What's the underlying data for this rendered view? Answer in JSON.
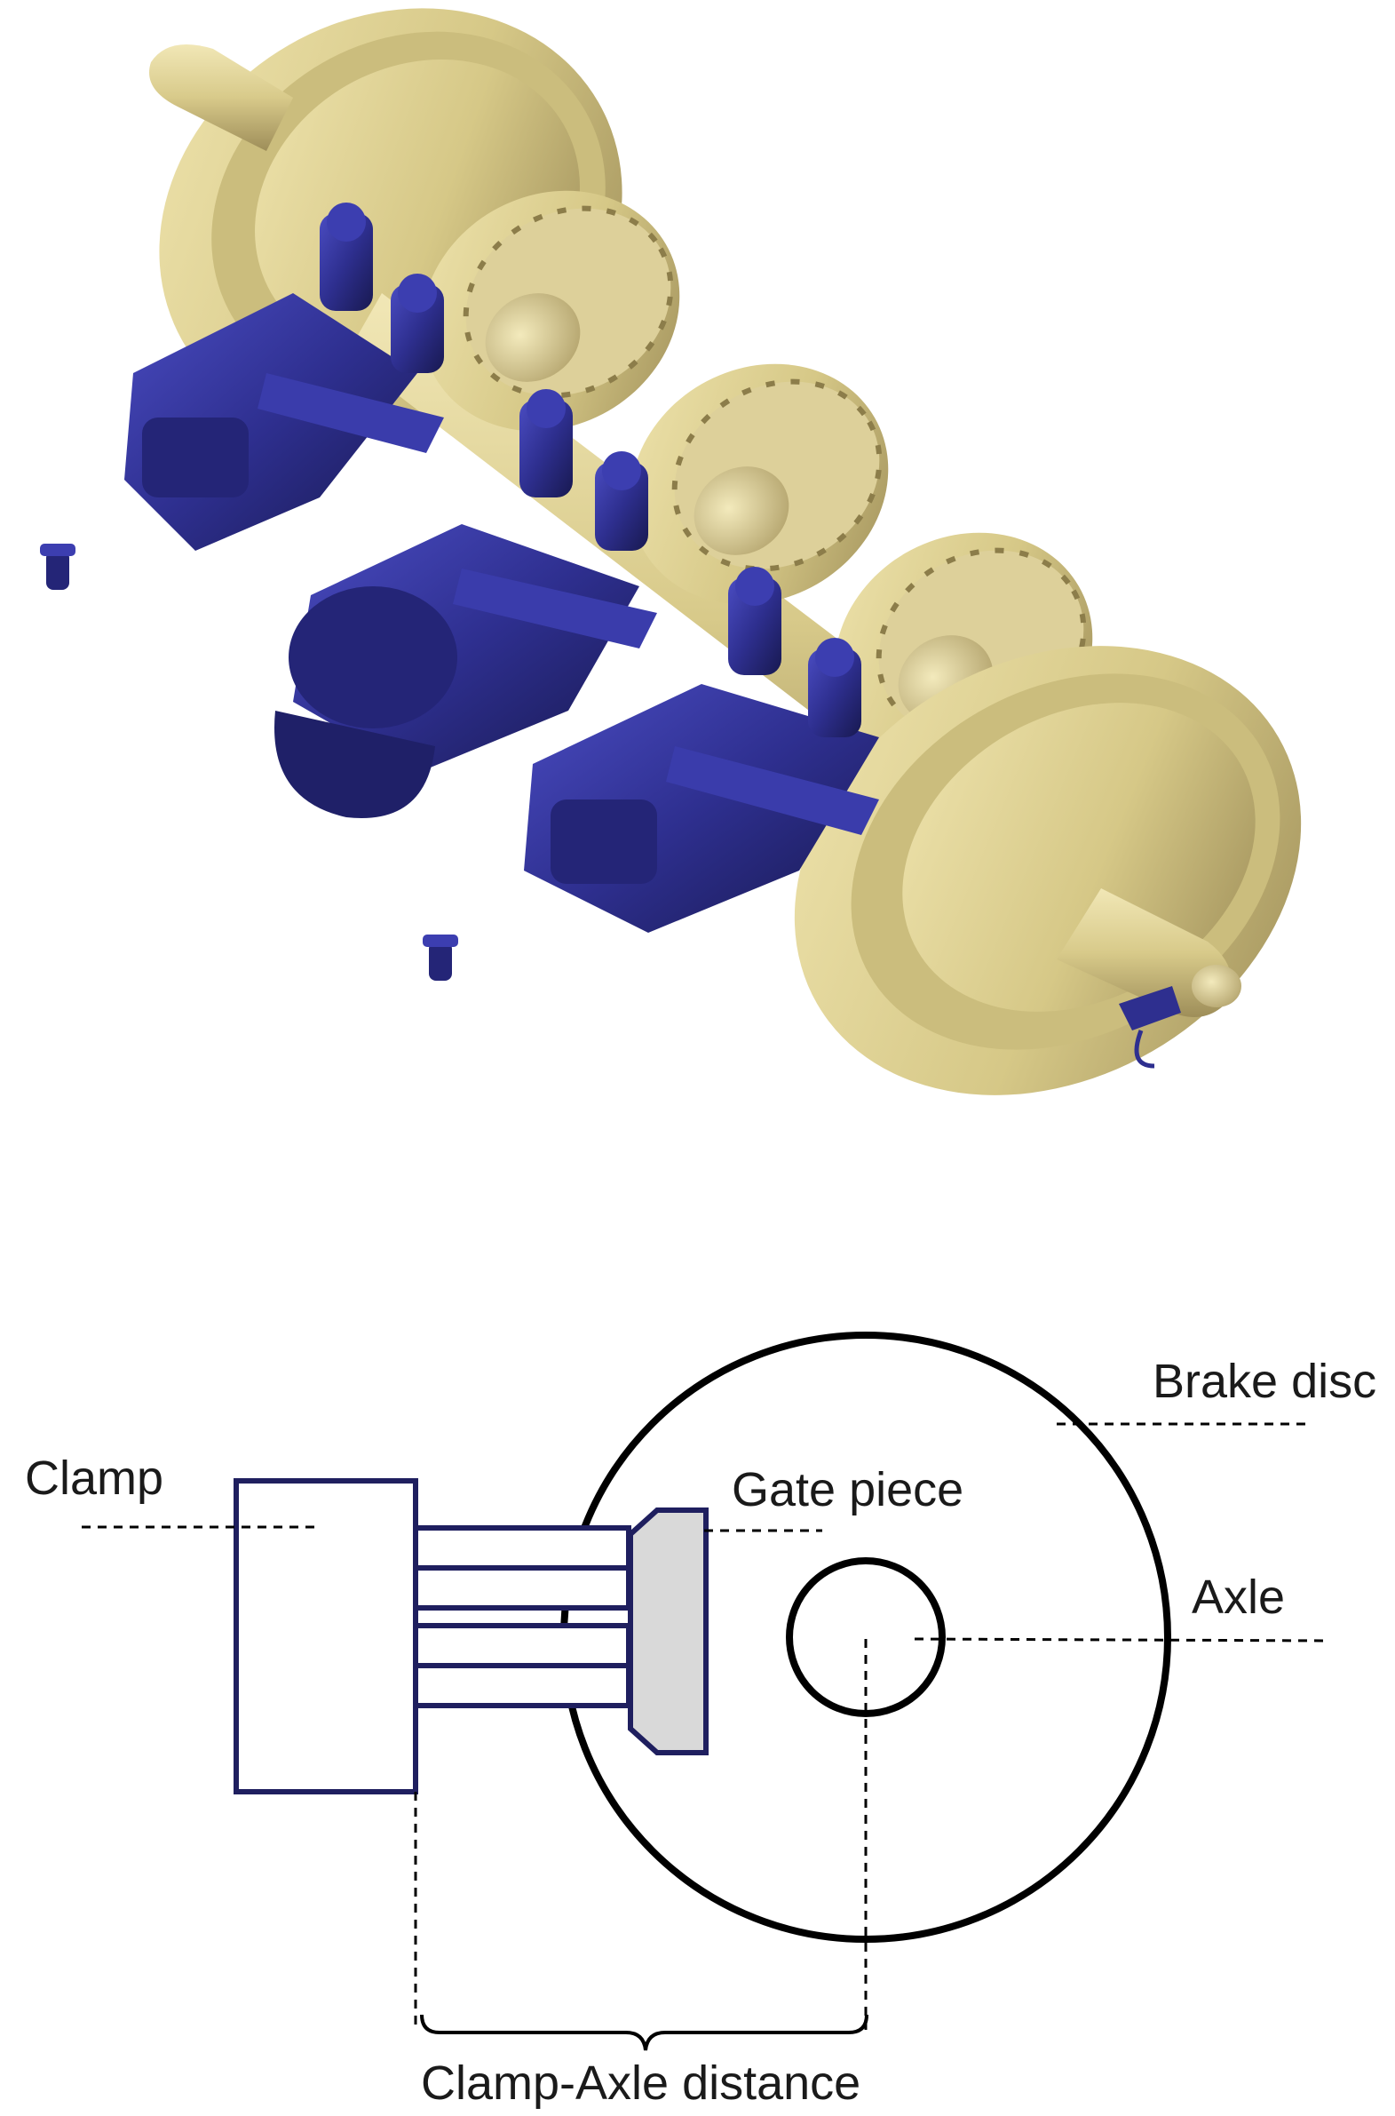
{
  "figure": {
    "colors": {
      "wheel": "#d9cc8e",
      "wheel_dark": "#a89862",
      "caliper": "#2e2f8f",
      "caliper_dark": "#1c1d5e",
      "pad_fill": "#d9d9d9",
      "clamp_stroke": "#1f1f5f",
      "line": "#000000"
    }
  },
  "diagram": {
    "labels": {
      "brake_disc": "Brake disc",
      "clamp": "Clamp",
      "gate_piece": "Gate piece",
      "axle": "Axle",
      "distance": "Clamp-Axle distance"
    }
  }
}
